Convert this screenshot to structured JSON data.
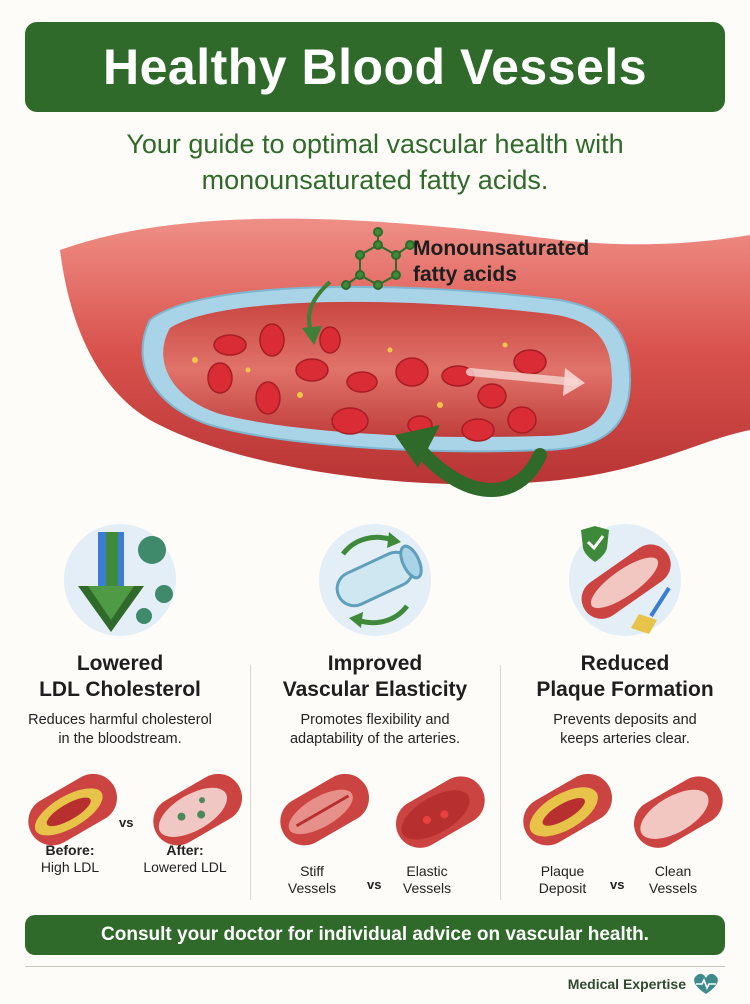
{
  "header": {
    "title": "Healthy Blood Vessels",
    "subtitle": "Your guide to optimal vascular health with monounsaturated fatty acids."
  },
  "hero": {
    "label_line1": "Monounsaturated",
    "label_line2": "fatty acids"
  },
  "benefits": [
    {
      "title_line1": "Lowered",
      "title_line2": "LDL Cholesterol",
      "desc_line1": "Reduces harmful cholesterol",
      "desc_line2": "in the bloodstream.",
      "left_caption_1": "Before:",
      "left_caption_2": "High LDL",
      "right_caption_1": "After:",
      "right_caption_2": "Lowered LDL",
      "vs": "vs"
    },
    {
      "title_line1": "Improved",
      "title_line2": "Vascular Elasticity",
      "desc_line1": "Promotes flexibility and",
      "desc_line2": "adaptability of the arteries.",
      "left_caption_1": "Stiff",
      "left_caption_2": "Vessels",
      "right_caption_1": "Elastic",
      "right_caption_2": "Vessels",
      "vs": "vs"
    },
    {
      "title_line1": "Reduced",
      "title_line2": "Plaque Formation",
      "desc_line1": "Prevents deposits and",
      "desc_line2": "keeps arteries clear.",
      "left_caption_1": "Plaque",
      "left_caption_2": "Deposit",
      "right_caption_1": "Clean",
      "right_caption_2": "Vessels",
      "vs": "vs"
    }
  ],
  "footer": {
    "banner": "Consult your doctor for individual advice on vascular health.",
    "brand": "Medical Expertise"
  },
  "colors": {
    "brand_green": "#2f6a2a",
    "vessel_red": "#c9393a",
    "vessel_wall": "#e56a66",
    "inner_blue": "#a9d3e6",
    "plaque_yellow": "#e8c34a"
  },
  "icons": [
    "molecule-icon",
    "arrow-down-icon",
    "virus-icon",
    "tube-icon",
    "shield-check-icon",
    "broom-icon",
    "heart-pulse-icon"
  ]
}
